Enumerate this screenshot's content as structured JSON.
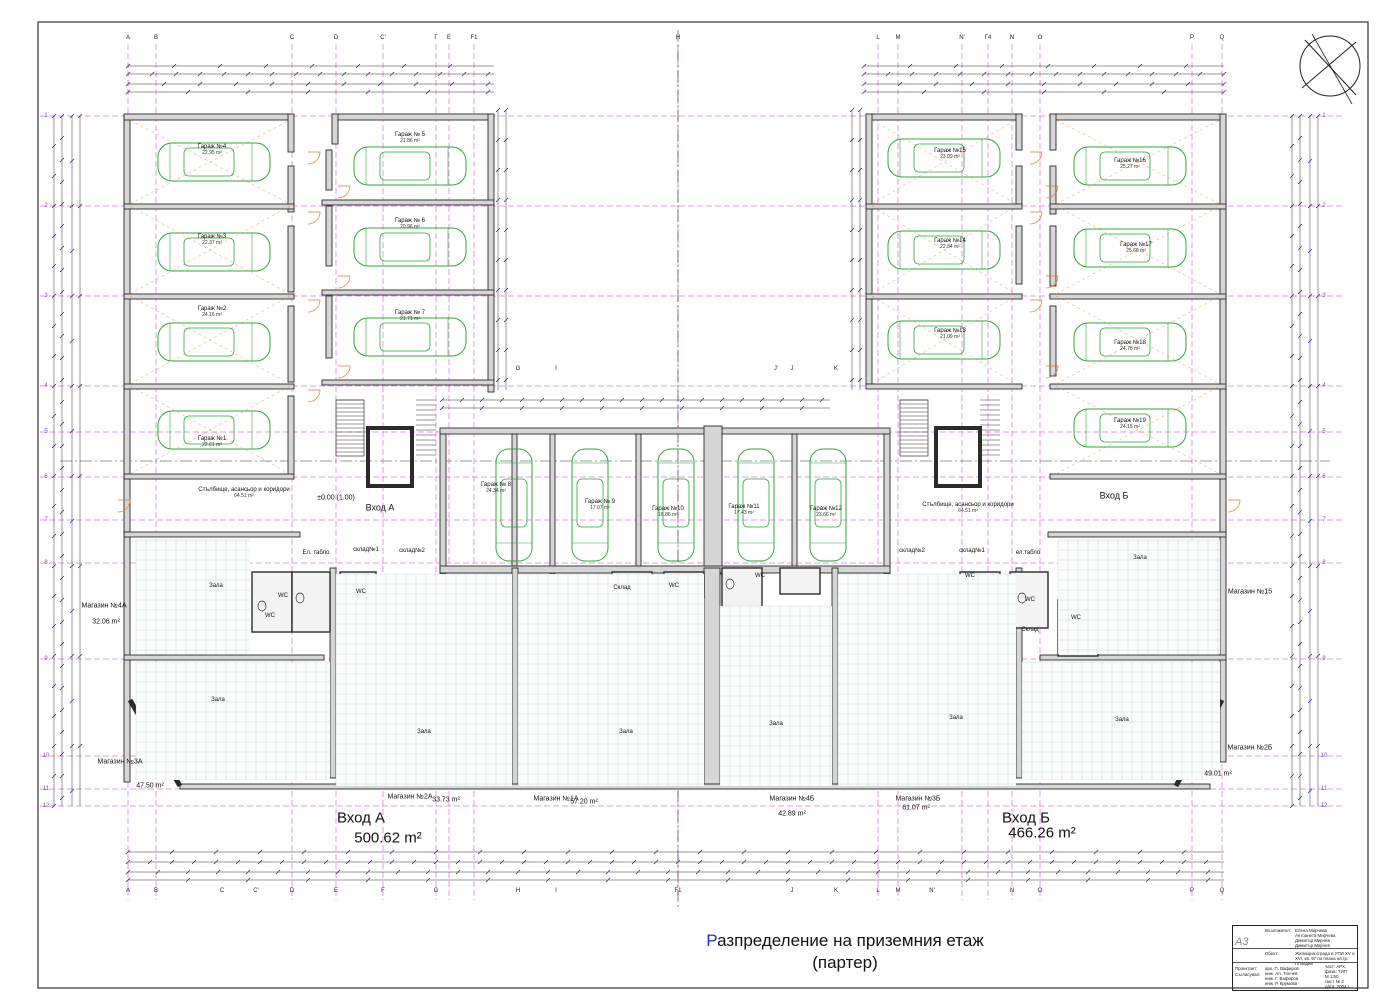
{
  "title": {
    "first_letter": "Р",
    "line1_rest": "азпределение на приземния етаж",
    "line2": "(партер)"
  },
  "entrances": {
    "a_label": "Вход А",
    "a_area": "500.62 m²",
    "b_label": "Вход Б",
    "b_area": "466.26 m²",
    "a_small": "Вход А",
    "b_small": "Вход Б"
  },
  "axis_labels": {
    "top": [
      "A",
      "B",
      "C",
      "D",
      "C'",
      "Г",
      "E",
      "F1",
      "H",
      "L",
      "M",
      "N'",
      "Г4",
      "N",
      "O",
      "P",
      "Q"
    ],
    "mid": [
      "G",
      "I",
      "J'",
      "J",
      "K"
    ],
    "left_rows": [
      "1",
      "2",
      "3",
      "4",
      "5",
      "6",
      "7",
      "8",
      "9",
      "10",
      "11",
      "12"
    ],
    "right_rows": [
      "1",
      "2",
      "3",
      "4",
      "5",
      "6",
      "7",
      "8",
      "9",
      "10",
      "11",
      "12"
    ],
    "bottom": [
      "A",
      "B",
      "C",
      "C'",
      "D",
      "E",
      "F",
      "G",
      "H",
      "I",
      "F1",
      "J",
      "K",
      "L",
      "M",
      "N'",
      "N",
      "O",
      "P",
      "Q"
    ]
  },
  "colors": {
    "wall": "#2b2b2b",
    "wall_fill": "#d6d6d6",
    "car": "#2fa83a",
    "grid_magenta": "#cc33cc",
    "dim_blue": "#2233aa",
    "door_orange": "#e07a2a",
    "tile": "#8fb8d0"
  },
  "garages_left": [
    {
      "name": "Гараж №4",
      "area": "22.95 m²"
    },
    {
      "name": "Гараж №3",
      "area": "22.37 m²"
    },
    {
      "name": "Гараж №2",
      "area": "24.16 m²"
    },
    {
      "name": "Гараж №1",
      "area": "22.61 m²"
    },
    {
      "name": "Гараж № 5",
      "area": "21.86 m²"
    },
    {
      "name": "Гараж № 6",
      "area": "20.96 m²"
    },
    {
      "name": "Гараж № 7",
      "area": "21.71 m²"
    }
  ],
  "garages_right": [
    {
      "name": "Гараж №15",
      "area": "23.09 m²"
    },
    {
      "name": "Гараж №14",
      "area": "22.84 m²"
    },
    {
      "name": "Гараж №13",
      "area": "21.09 m²"
    },
    {
      "name": "Гараж №16",
      "area": "25.27 m²"
    },
    {
      "name": "Гараж №17",
      "area": "25.60 m²"
    },
    {
      "name": "Гараж №18",
      "area": "24.78 m²"
    },
    {
      "name": "Гараж №19",
      "area": "24.15 m²"
    }
  ],
  "garages_middle": [
    {
      "name": "Гараж № 8",
      "area": "24.34 m²"
    },
    {
      "name": "Гараж № 9",
      "area": "17.07 m²"
    },
    {
      "name": "Гараж №10",
      "area": "16.86 m²"
    },
    {
      "name": "Гараж №11",
      "area": "17.43 m²"
    },
    {
      "name": "Гараж №12",
      "area": "23.66 m²"
    }
  ],
  "rooms": {
    "stair_left": "Стълбище, асансьор и коридори",
    "stair_left_area": "64.51 m²",
    "stair_right": "Стълбище, асансьор и коридори",
    "stair_right_area": "64.51 m²",
    "level": "±0.00 (1.00)",
    "el_tablo_l": "Ел. табло",
    "el_tablo_r": "ел.табло",
    "sklad1_l": "склад№1",
    "sklad2_l": "склад№2",
    "sklad1_r": "склад№1",
    "sklad2_r": "склад№2",
    "zala": "Зала",
    "wc": "WC",
    "sklad": "Склад"
  },
  "shops": [
    {
      "name": "Магазин №4А",
      "area": "32.06 m²"
    },
    {
      "name": "Магазин №3А",
      "area": "47.50 m²"
    },
    {
      "name": "Магазин №2А",
      "area": "33.73 m²"
    },
    {
      "name": "Магазин №1А",
      "area": "57.20 m²"
    },
    {
      "name": "Магазин №4Б",
      "area": "42.89 m²"
    },
    {
      "name": "Магазин №3Б",
      "area": "61.07 m²"
    },
    {
      "name": "Магазин №2Б",
      "area": "49.01 m²"
    },
    {
      "name": "Магазин №15",
      "area": ""
    }
  ],
  "north_label": "",
  "stamp": {
    "designer_label": "Възложител:",
    "designers": [
      "Елена Мирчева",
      "Антоанета Мирчева",
      "Димитър Мирчев",
      "Димитър Мирчев"
    ],
    "object_label": "Обект:",
    "object": "Жилищна сграда в УПИ XV и XVI, кв. 97 по плана на гр. Пловдив",
    "designer2_label": "Проектант:",
    "checked_label": "Съгласувал:",
    "names": [
      "арх. П. Вафиров",
      "инж. Ал. Тончев",
      "инж. Г. Вафиров",
      "инж. Р. Крумова"
    ],
    "part": "част: АРХ.",
    "phase": "фаза: ТИП",
    "scale": "М 1:50",
    "sheet": "лист № 2",
    "date": "дата: 2004 г."
  }
}
